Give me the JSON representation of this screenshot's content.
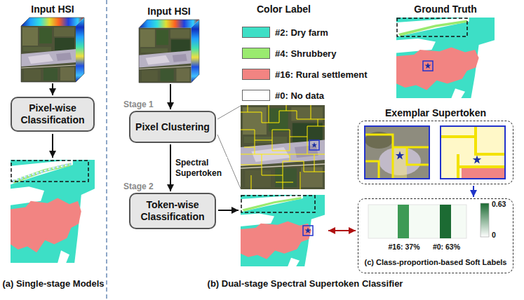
{
  "diagram": {
    "nodes": [
      {
        "text": [
          "Input HSI"
        ]
      },
      {
        "text": [
          "Pixel-wise Classification"
        ]
      },
      {
        "text": [
          "Input HSI"
        ]
      },
      {
        "text": [
          "Stage 1",
          "Pixel Clustering"
        ]
      },
      {
        "text": [
          "Stage 2",
          "Token-wise Classification"
        ]
      },
      {
        "text": [
          "Ground Truth"
        ]
      },
      {
        "text": [
          "Exemplar Supertoken"
        ]
      },
      {
        "text": [
          "#16: 37%",
          "#0: 63%",
          "0.63",
          "0",
          "(c) Class-proportion-based Soft Labels"
        ]
      }
    ],
    "edges": [
      {
        "from": 0,
        "to": 1,
        "arrow": "to"
      },
      {
        "from": 2,
        "to": 3,
        "arrow": "to"
      },
      {
        "from": 3,
        "to": 4,
        "label": "Spectral Supertoken",
        "arrow": "to"
      },
      {
        "from": 6,
        "to": 7,
        "arrow": "to"
      }
    ],
    "labels": [
      "Color Label",
      "(a) Single-stage Models",
      "(b) Dual-stage Spectral Supertoken Classifier"
    ],
    "legend": [
      {
        "text": "#2: Dry farm",
        "color": "#3ddfc6"
      },
      {
        "text": "#4: Shrubbery",
        "color": "#9aea6f"
      },
      {
        "text": "#16: Rural settlement",
        "color": "#f28482"
      },
      {
        "text": "#0: No data",
        "color": "#ffffff"
      }
    ]
  }
}
